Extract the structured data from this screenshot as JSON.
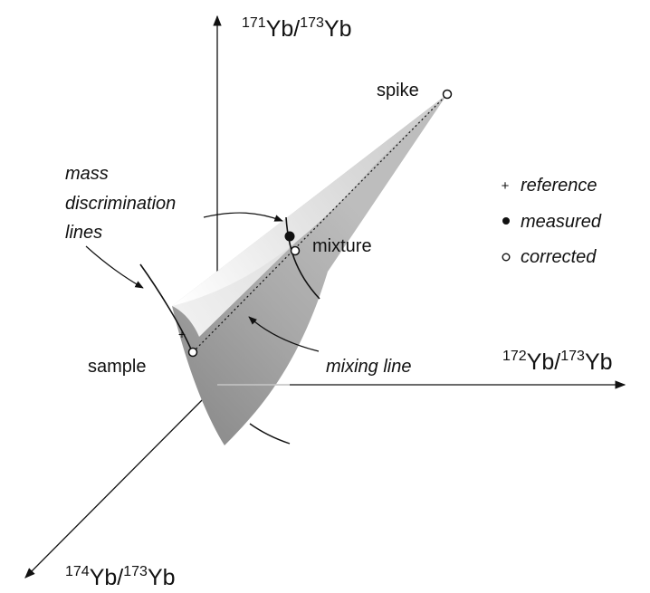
{
  "axes": {
    "y": {
      "mass_num": "171",
      "el": "Yb",
      "sep": "/",
      "mass_den": "173",
      "el_den": "Yb"
    },
    "x": {
      "mass_num": "172",
      "el": "Yb",
      "sep": "/",
      "mass_den": "173",
      "el_den": "Yb"
    },
    "z": {
      "mass_num": "174",
      "el": "Yb",
      "sep": "/",
      "mass_den": "173",
      "el_den": "Yb"
    }
  },
  "points": {
    "spike": "spike",
    "mixture": "mixture",
    "sample": "sample"
  },
  "annotations": {
    "mass_discrimination": [
      "mass",
      "discrimination",
      "lines"
    ],
    "mixing_line": "mixing line"
  },
  "legend": [
    {
      "symbol": "+",
      "label": "reference"
    },
    {
      "symbol": "filled-circle",
      "label": "measured"
    },
    {
      "symbol": "open-circle",
      "label": "corrected"
    }
  ]
}
